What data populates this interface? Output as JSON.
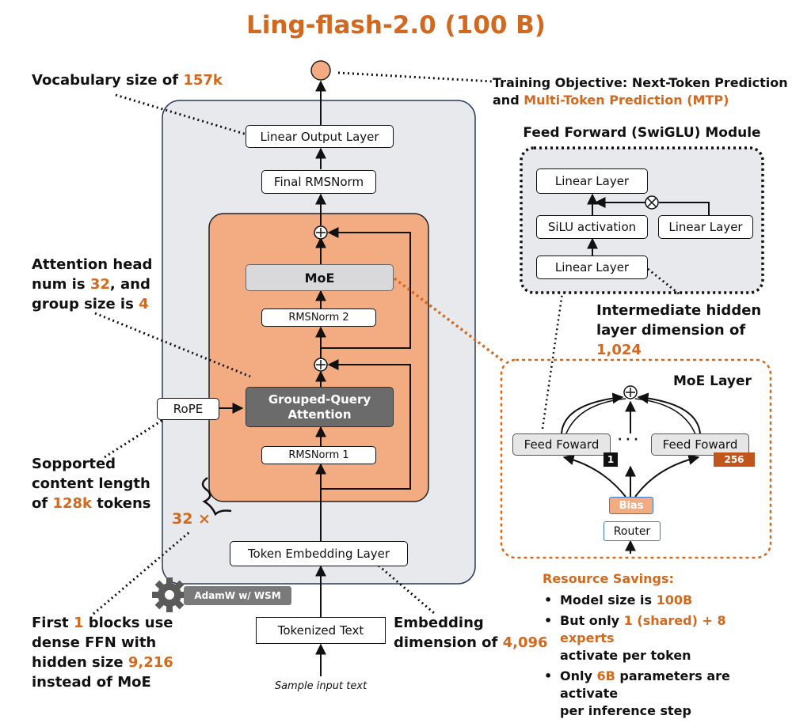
{
  "title": "Ling-flash-2.0 (100 B)",
  "main": {
    "linear_output": "Linear Output Layer",
    "final_norm": "Final RMSNorm",
    "moe": "MoE",
    "norm2": "RMSNorm 2",
    "gqa_line1": "Grouped-Query",
    "gqa_line2": "Attention",
    "norm1": "RMSNorm 1",
    "rope": "RoPE",
    "token_embed": "Token Embedding Layer",
    "tokenized_text": "Tokenized Text",
    "sample_input": "Sample input text",
    "repeat": "32 ×",
    "optimizer": "AdamW w/ WSM"
  },
  "notes": {
    "vocab_prefix": "Vocabulary size of ",
    "vocab_value": "157k",
    "objective_line1": "Training Objective: Next-Token Prediction",
    "objective_prefix": "and ",
    "objective_value": "Multi-Token Prediction (MTP)",
    "attn_line1": "Attention head",
    "attn_line2_prefix": "num is ",
    "attn_heads": "32",
    "attn_line2_suffix": ", and",
    "attn_line3_prefix": "group size is ",
    "attn_group": "4",
    "ctx_line1": "Sopported",
    "ctx_line2": "content length",
    "ctx_line3_prefix": "of ",
    "ctx_value": "128k",
    "ctx_line3_suffix": " tokens",
    "dense_line1_prefix": "First ",
    "dense_count": "1",
    "dense_line1_suffix": " blocks use",
    "dense_line2": "dense FFN with",
    "dense_line3_prefix": "hidden size ",
    "dense_size": "9,216",
    "dense_line4": "instead of MoE",
    "embed_line1": "Embedding",
    "embed_line2_prefix": "dimension of ",
    "embed_value": "4,096",
    "inter_line1": "Intermediate hidden",
    "inter_line2_prefix": "layer dimension of ",
    "inter_value": "1,024"
  },
  "ffn": {
    "title": "Feed Forward (SwiGLU) Module",
    "linear_top": "Linear Layer",
    "silu": "SiLU activation",
    "linear_right": "Linear Layer",
    "linear_bottom": "Linear Layer"
  },
  "moe_layer": {
    "title": "MoE Layer",
    "ff_left": "Feed Foward",
    "ff_right": "Feed Foward",
    "dots": "· · ·",
    "badge_left": "1",
    "badge_right": "256",
    "bias": "Bias",
    "router": "Router"
  },
  "savings": {
    "title": "Resource Savings:",
    "b1_prefix": "Model size is ",
    "b1_value": "100B",
    "b2_prefix": "But only ",
    "b2_value": "1 (shared) + 8 experts",
    "b2_suffix": "activate per token",
    "b3_prefix": "Only ",
    "b3_value": "6B",
    "b3_suffix1": " parameters are activate",
    "b3_suffix2": "per inference step"
  },
  "colors": {
    "accent": "#d2691e",
    "block_fill": "#f3ac82",
    "panel_fill": "#e8e9ec",
    "panel_border": "#2b3b5c"
  }
}
